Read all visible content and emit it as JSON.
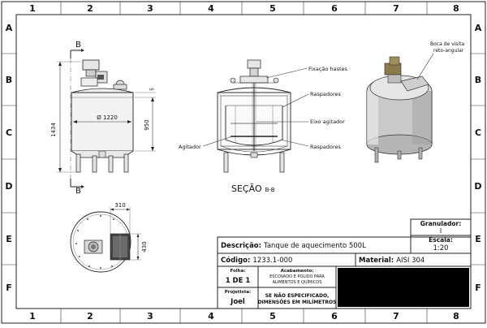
{
  "grid": {
    "columns": [
      "1",
      "2",
      "3",
      "4",
      "5",
      "6",
      "7",
      "8"
    ],
    "rows": [
      "A",
      "B",
      "C",
      "D",
      "E",
      "F"
    ]
  },
  "views": {
    "section_marker": "B",
    "section_title": "SEÇÃO",
    "section_suffix": "B-B",
    "dim_diameter": "Ø 1220",
    "dim_height": "1434",
    "dim_shell": "950",
    "dim_small": "5",
    "dim_310": "310",
    "dim_430": "430"
  },
  "callouts": {
    "fixacao": "Fixação hastes",
    "raspadores_top": "Raspadores",
    "eixo": "Eixo agitador",
    "raspadores_bottom": "Raspadores",
    "agitador": "Agitador",
    "boca_line1": "Boca de visita",
    "boca_line2": "reto-angular"
  },
  "title_block": {
    "granulador_label": "Granulador:",
    "granulador_value": "I",
    "escala_label": "Escala:",
    "escala_value": "1:20",
    "descricao_label": "Descrição:",
    "descricao_value": "Tanque de aquecimento 500L",
    "codigo_label": "Código:",
    "codigo_value": "1233.1-000",
    "material_label": "Material:",
    "material_value": "AISI 304",
    "folha_label": "Folha:",
    "folha_value": "1  DE  1",
    "acabamento_label": "Acabamento:",
    "acabamento_line1": "ESCOVADO E POLIDO PARA",
    "acabamento_line2": "ALIMENTOS E QUÍMICOS",
    "projetista_label": "Projetista:",
    "projetista_value": "Joel",
    "nota_line1": "SE NÃO ESPECIFICADO,",
    "nota_line2": "DIMENSÕES EM MILÍMETROS"
  },
  "colors": {
    "line": "#222222",
    "tank_fill": "#d9d9d9",
    "tank_shade": "#a8a8a8",
    "motor": "#8c7a4a",
    "redacted": "#000000"
  }
}
